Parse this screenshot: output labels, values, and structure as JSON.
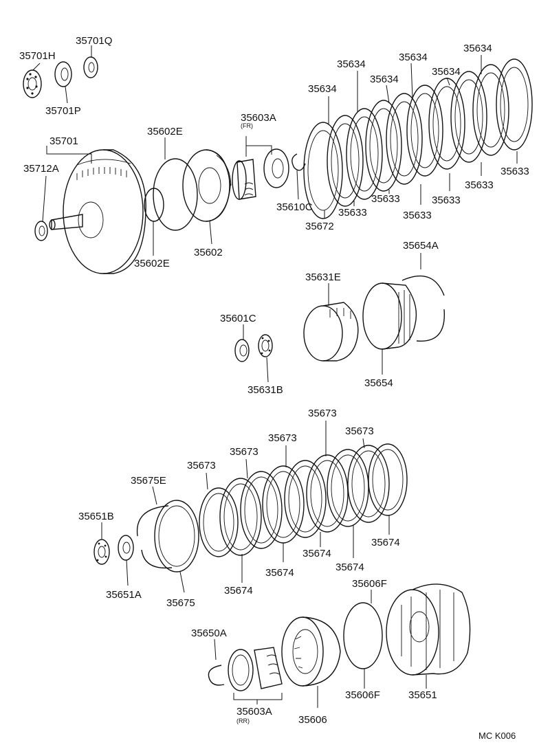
{
  "parts": {
    "p_35701Q": "35701Q",
    "p_35701H": "35701H",
    "p_35701P": "35701P",
    "p_35701": "35701",
    "p_35712A": "35712A",
    "p_35602E_top": "35602E",
    "p_35602E_bot": "35602E",
    "p_35602": "35602",
    "p_35603A_fr": "35603A",
    "p_35610C": "35610C",
    "p_35672": "35672",
    "p_35634_a": "35634",
    "p_35634_b": "35634",
    "p_35634_c": "35634",
    "p_35634_d": "35634",
    "p_35634_e": "35634",
    "p_35634_f": "35634",
    "p_35633_a": "35633",
    "p_35633_b": "35633",
    "p_35633_c": "35633",
    "p_35633_d": "35633",
    "p_35633_e": "35633",
    "p_35633_f": "35633",
    "p_35654A": "35654A",
    "p_35631E": "35631E",
    "p_35654": "35654",
    "p_35601C": "35601C",
    "p_35631B": "35631B",
    "p_35673_a": "35673",
    "p_35673_b": "35673",
    "p_35673_c": "35673",
    "p_35673_d": "35673",
    "p_35673_e": "35673",
    "p_35675E": "35675E",
    "p_35651B": "35651B",
    "p_35651A": "35651A",
    "p_35675": "35675",
    "p_35674_a": "35674",
    "p_35674_b": "35674",
    "p_35674_c": "35674",
    "p_35674_d": "35674",
    "p_35674_e": "35674",
    "p_35606F_top": "35606F",
    "p_35606F_bot": "35606F",
    "p_35650A": "35650A",
    "p_35603A_rr": "35603A",
    "p_35606": "35606",
    "p_35651": "35651"
  },
  "sublabels": {
    "fr": "(FR)",
    "rr": "(RR)"
  },
  "footer": {
    "code": "MC K006"
  }
}
